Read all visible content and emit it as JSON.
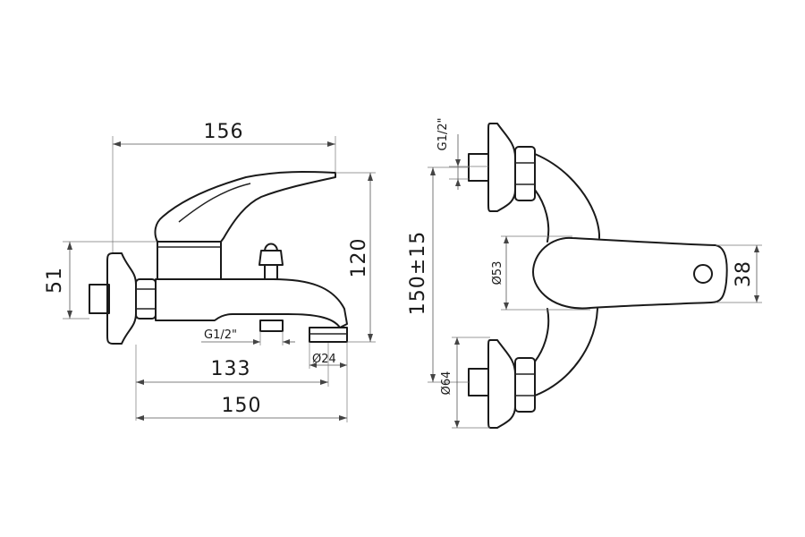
{
  "dimensions": {
    "side_width_total": "156",
    "height": "120",
    "flange_height": "51",
    "inlet_thread": "G1/2\"",
    "spout_diameter": "Ø24",
    "spout_reach": "133",
    "body_length": "150",
    "front_thread": "G1/2\"",
    "center_distance": "150±15",
    "handle_diameter": "Ø53",
    "flange_diameter": "Ø64",
    "lever_width": "38"
  }
}
